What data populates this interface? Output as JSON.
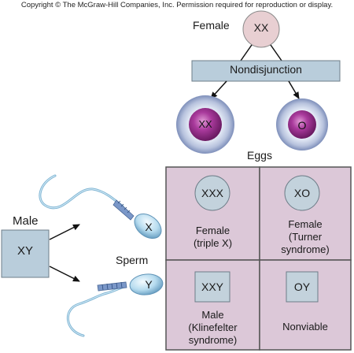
{
  "copyright": "Copyright © The McGraw-Hill Companies, Inc. Permission required for reproduction or display.",
  "female": {
    "label": "Female",
    "karyotype": "XX"
  },
  "process": "Nondisjunction",
  "eggs": {
    "label": "Eggs",
    "items": [
      "XX",
      "O"
    ]
  },
  "male": {
    "label": "Male",
    "karyotype": "XY"
  },
  "sperm": {
    "label": "Sperm",
    "items": [
      "X",
      "Y"
    ]
  },
  "grid": [
    {
      "karyotype": "XXX",
      "result": [
        "Female",
        "(triple X)"
      ]
    },
    {
      "karyotype": "XO",
      "result": [
        "Female",
        "(Turner",
        "syndrome)"
      ]
    },
    {
      "karyotype": "XXY",
      "result": [
        "Male",
        "(Klinefelter",
        "syndrome)"
      ]
    },
    {
      "karyotype": "OY",
      "result": [
        "Nonviable"
      ]
    }
  ],
  "colors": {
    "cell_fill": "#dcc8d8",
    "circle_fill": "#c3d2dc",
    "box_fill": "#b9cddb",
    "egg_nucleus": "#8e2c83",
    "border": "#555555"
  }
}
